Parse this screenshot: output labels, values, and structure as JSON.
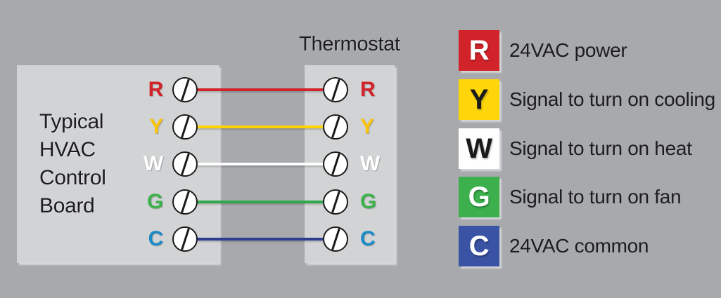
{
  "background_color": "#A7A9AC",
  "panel_color": "#D1D3D4",
  "board": {
    "title_lines": [
      "Typical",
      "HVAC",
      "Control",
      "Board"
    ]
  },
  "thermostat": {
    "title": "Thermostat"
  },
  "terminals": [
    {
      "letter": "R",
      "letter_color": "#D2232A",
      "wire_color": "#D2232A"
    },
    {
      "letter": "Y",
      "letter_color": "#FDC40A",
      "wire_color": "#FFD400"
    },
    {
      "letter": "W",
      "letter_color": "#FFFFFF",
      "wire_color": "#FFFFFF"
    },
    {
      "letter": "G",
      "letter_color": "#3CB14C",
      "wire_color": "#2FA84B"
    },
    {
      "letter": "C",
      "letter_color": "#1D8AC8",
      "wire_color": "#2D3E8F"
    }
  ],
  "legend": [
    {
      "letter": "R",
      "bg": "#D2232A",
      "fg": "#FFFFFF",
      "label": "24VAC power"
    },
    {
      "letter": "Y",
      "bg": "#FFD60A",
      "fg": "#1A1A1A",
      "label": "Signal to turn on cooling"
    },
    {
      "letter": "W",
      "bg": "#FFFFFF",
      "fg": "#1A1A1A",
      "label": "Signal to turn on heat"
    },
    {
      "letter": "G",
      "bg": "#3BB04C",
      "fg": "#FFFFFF",
      "label": "Signal to turn on fan"
    },
    {
      "letter": "C",
      "bg": "#3A53A4",
      "fg": "#FFFFFF",
      "label": "24VAC common"
    }
  ]
}
